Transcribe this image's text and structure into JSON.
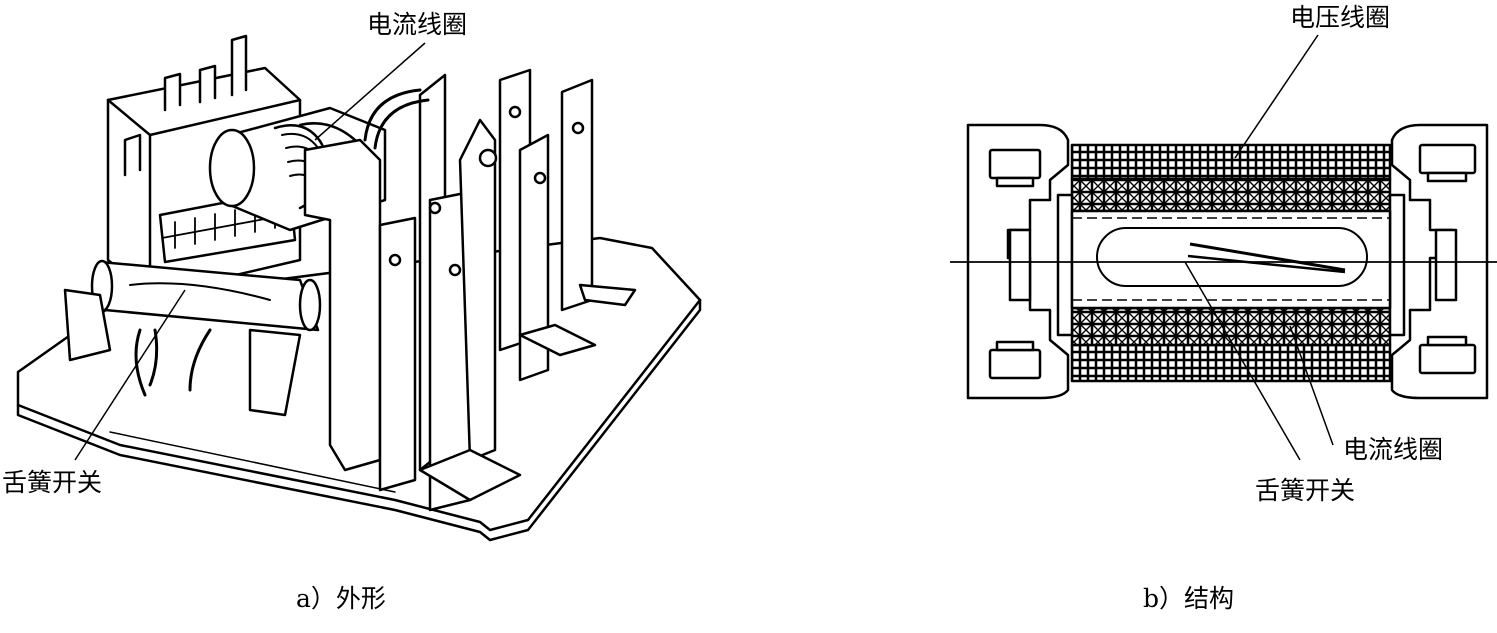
{
  "panel_a": {
    "caption": "a）外形",
    "labels": {
      "current_coil": "电流线圈",
      "reed_switch": "舌簧开关"
    }
  },
  "panel_b": {
    "caption": "b）结构",
    "labels": {
      "voltage_coil": "电压线圈",
      "current_coil": "电流线圈",
      "reed_switch": "舌簧开关"
    }
  }
}
